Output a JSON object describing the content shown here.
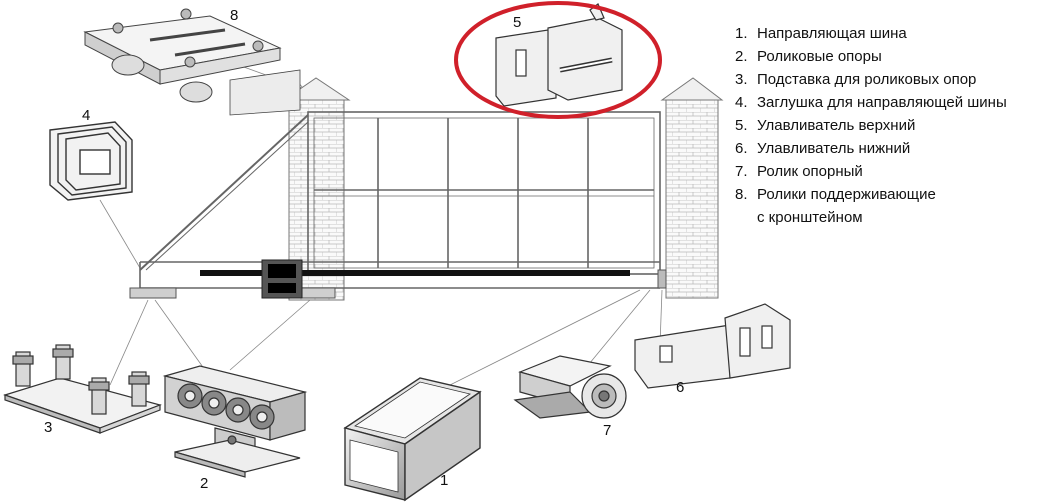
{
  "legend": [
    {
      "num": "1.",
      "text": "Направляющая шина"
    },
    {
      "num": "2.",
      "text": "Роликовые опоры"
    },
    {
      "num": "3.",
      "text": "Подставка для роликовых опор"
    },
    {
      "num": "4.",
      "text": "Заглушка для направляющей шины"
    },
    {
      "num": "5.",
      "text": "Улавливатель верхний"
    },
    {
      "num": "6.",
      "text": "Улавливатель нижний"
    },
    {
      "num": "7.",
      "text": "Ролик опорный"
    },
    {
      "num": "8.",
      "text": "Ролики поддерживающие\nс кронштейном"
    }
  ],
  "callouts": {
    "n1": "1",
    "n2": "2",
    "n3": "3",
    "n4": "4",
    "n5": "5",
    "n6": "6",
    "n7": "7",
    "n8": "8"
  },
  "colors": {
    "line": "#555555",
    "highlight_ring": "#d0202a",
    "rail": "#111111"
  }
}
